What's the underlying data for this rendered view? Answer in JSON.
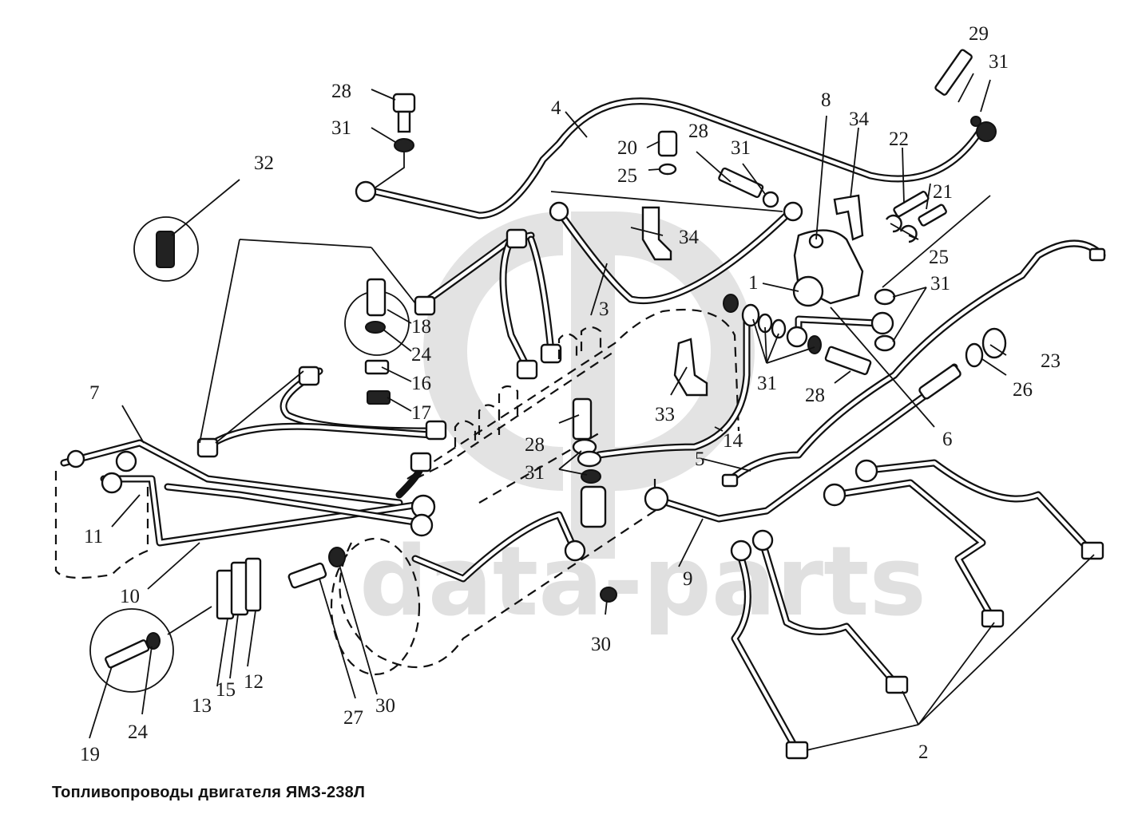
{
  "caption": "Топливопроводы двигателя ЯМЗ-238Л",
  "watermark": {
    "logo_text": "dp",
    "site_text": "data-parts"
  },
  "callouts": [
    "1",
    "2",
    "3",
    "4",
    "5",
    "6",
    "7",
    "8",
    "9",
    "10",
    "11",
    "12",
    "13",
    "14",
    "15",
    "16",
    "17",
    "18",
    "19",
    "20",
    "21",
    "22",
    "23",
    "24",
    "25",
    "26",
    "27",
    "28",
    "29",
    "30",
    "31",
    "32",
    "33",
    "34"
  ],
  "labels": {
    "l1": "1",
    "l2": "2",
    "l3": "3",
    "l4": "4",
    "l5": "5",
    "l6": "6",
    "l7": "7",
    "l8": "8",
    "l9": "9",
    "l10": "10",
    "l11": "11",
    "l12": "12",
    "l13": "13",
    "l14": "14",
    "l15": "15",
    "l16": "16",
    "l17": "17",
    "l18": "18",
    "l19": "19",
    "l20": "20",
    "l21": "21",
    "l22": "22",
    "l23": "23",
    "l24a": "24",
    "l24b": "24",
    "l25a": "25",
    "l25b": "25",
    "l26": "26",
    "l27": "27",
    "l28a": "28",
    "l28b": "28",
    "l28c": "28",
    "l28d": "28",
    "l29": "29",
    "l30a": "30",
    "l30b": "30",
    "l31a": "31",
    "l31b": "31",
    "l31c": "31",
    "l31d": "31",
    "l31e": "31",
    "l31f": "31",
    "l32": "32",
    "l33": "33",
    "l34a": "34",
    "l34b": "34"
  }
}
